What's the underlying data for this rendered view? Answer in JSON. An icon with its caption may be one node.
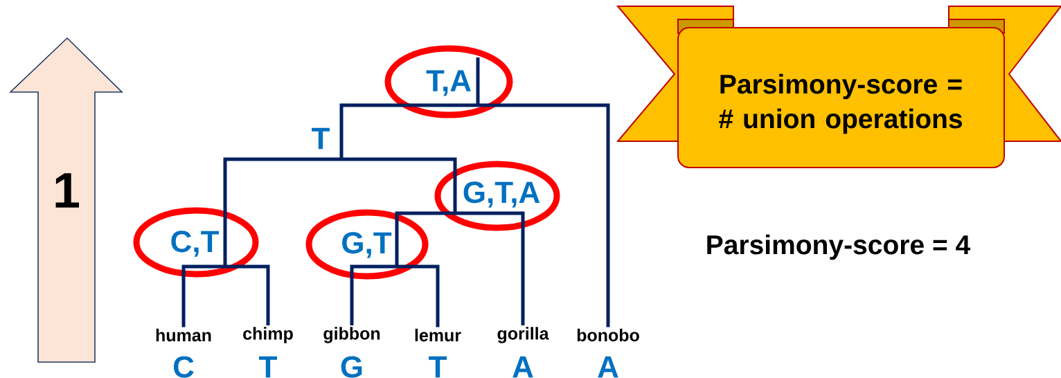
{
  "diagram": {
    "nodes": [
      {
        "text": [
          "1"
        ]
      },
      {
        "text": [
          "T,A"
        ]
      },
      {
        "text": [
          "T"
        ]
      },
      {
        "text": [
          "C,T"
        ]
      },
      {
        "text": [
          "G,T,A"
        ]
      },
      {
        "text": [
          "G,T"
        ]
      },
      {
        "text": [
          "human"
        ],
        "beside": [
          "C"
        ]
      },
      {
        "text": [
          "chimp"
        ],
        "beside": [
          "T"
        ]
      },
      {
        "text": [
          "gibbon"
        ],
        "beside": [
          "G"
        ]
      },
      {
        "text": [
          "lemur"
        ],
        "beside": [
          "T"
        ]
      },
      {
        "text": [
          "gorilla"
        ],
        "beside": [
          "A"
        ]
      },
      {
        "text": [
          "bonobo"
        ],
        "beside": [
          "A"
        ]
      },
      {
        "text": [
          "Parsimony-score = # union operations"
        ]
      }
    ],
    "edges": [
      {
        "from": 1,
        "to": 2,
        "arrow": "none"
      },
      {
        "from": 1,
        "to": 11,
        "arrow": "none"
      },
      {
        "from": 2,
        "to": 3,
        "arrow": "none"
      },
      {
        "from": 2,
        "to": 4,
        "arrow": "none"
      },
      {
        "from": 3,
        "to": 6,
        "arrow": "none"
      },
      {
        "from": 3,
        "to": 7,
        "arrow": "none"
      },
      {
        "from": 4,
        "to": 5,
        "arrow": "none"
      },
      {
        "from": 4,
        "to": 10,
        "arrow": "none"
      },
      {
        "from": 5,
        "to": 8,
        "arrow": "none"
      },
      {
        "from": 5,
        "to": 9,
        "arrow": "none"
      }
    ],
    "labels": [
      "Parsimony-score = 4"
    ]
  }
}
